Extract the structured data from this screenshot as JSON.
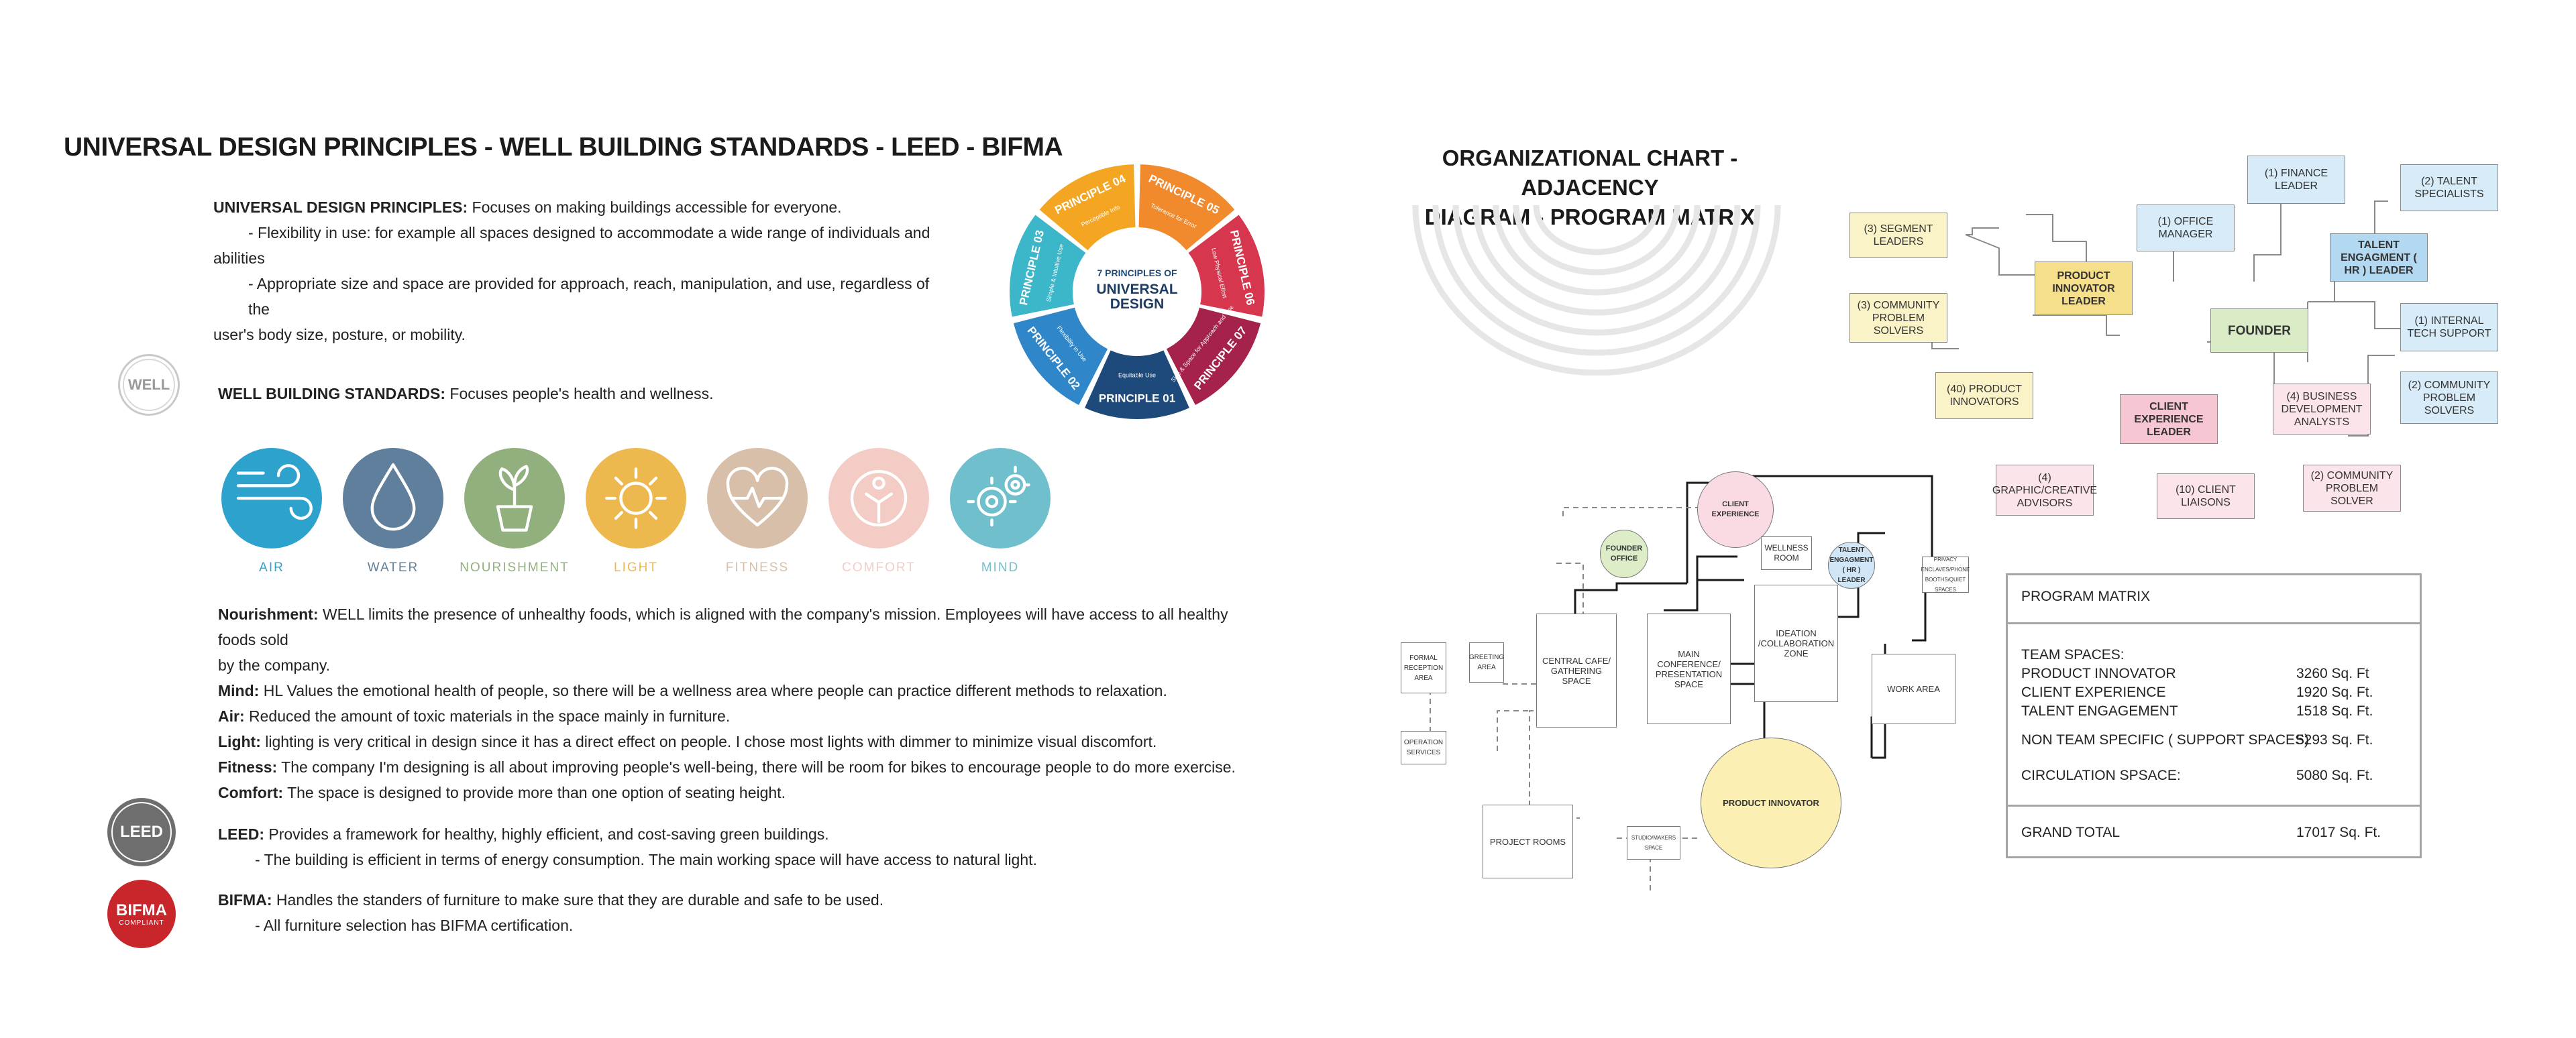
{
  "left": {
    "title": "UNIVERSAL DESIGN PRINCIPLES - WELL BUILDING STANDARDS -  LEED - BIFMA",
    "universal": {
      "label": "UNIVERSAL DESIGN PRINCIPLES:",
      "text": " Focuses on making buildings accessible for everyone.",
      "line2": "- Flexibility in use: for example all spaces designed to accommodate a wide range of individuals  and",
      "line3": "abilities",
      "line4": "- Appropriate size and space are provided for approach, reach, manipulation, and use, regardless of the",
      "line5": "user's body size, posture, or mobility."
    },
    "wheel": {
      "center_line1": "7 PRINCIPLES OF",
      "center_line2": "UNIVERSAL",
      "center_line3": "DESIGN",
      "segments": [
        {
          "label": "PRINCIPLE 01",
          "sub": "Equitable Use",
          "color": "#1d4a7a"
        },
        {
          "label": "PRINCIPLE 02",
          "sub": "Flexibility in Use",
          "color": "#2f86c9"
        },
        {
          "label": "PRINCIPLE 03",
          "sub": "Simple & Intuitive Use",
          "color": "#3cb6c9"
        },
        {
          "label": "PRINCIPLE 04",
          "sub": "Perceptible Info",
          "color": "#f4a623"
        },
        {
          "label": "PRINCIPLE 05",
          "sub": "Tolerance for Error",
          "color": "#f08a2c"
        },
        {
          "label": "PRINCIPLE 06",
          "sub": "Low Physical Effort",
          "color": "#d7374e"
        },
        {
          "label": "PRINCIPLE 07",
          "sub": "Size & Space for Approach and Use",
          "color": "#a5224a"
        }
      ]
    },
    "well_logo": "WELL",
    "well": {
      "label": "WELL BUILDING STANDARDS:",
      "text": " Focuses people's health and wellness."
    },
    "concepts": [
      {
        "name": "AIR",
        "color": "#2da2cd",
        "icon": "wind-icon"
      },
      {
        "name": "WATER",
        "color": "#5f7f9c",
        "icon": "water-drop-icon"
      },
      {
        "name": "NOURISHMENT",
        "color": "#92b07e",
        "icon": "plant-icon"
      },
      {
        "name": "LIGHT",
        "color": "#edb94e",
        "icon": "sun-icon"
      },
      {
        "name": "FITNESS",
        "color": "#d7bfa9",
        "icon": "heartbeat-icon"
      },
      {
        "name": "COMFORT",
        "color": "#f3cdc5",
        "icon": "person-icon"
      },
      {
        "name": "MIND",
        "color": "#6fc0cc",
        "icon": "gears-icon"
      }
    ],
    "details": [
      {
        "label": "Nourishment:",
        "text": " WELL limits the presence of unhealthy foods, which is aligned with the company's mission. Employees will have access to all healthy foods sold"
      },
      {
        "label": "",
        "text": "by the company."
      },
      {
        "label": "Mind:",
        "text": " HL Values the emotional health of people, so there will be a wellness area where people can practice different methods to relaxation."
      },
      {
        "label": "Air:",
        "text": " Reduced the amount of toxic materials in the space mainly in furniture."
      },
      {
        "label": "Light:",
        "text": "  lighting is very critical in design since it has a direct effect on people. I chose most lights with dimmer to minimize visual discomfort."
      },
      {
        "label": "Fitness:",
        "text": " The company I'm designing is all about improving people's well-being, there will be room for bikes to encourage people to do more exercise."
      },
      {
        "label": "Comfort:",
        "text": " The space is designed to provide more than one option of seating height."
      }
    ],
    "leed_logo": "LEED",
    "leed": {
      "label": "LEED:",
      "text": " Provides a framework for healthy, highly efficient, and cost-saving green buildings.",
      "line2": "- The building is efficient in terms of energy consumption. The main working space will have access to natural light."
    },
    "bifma_logo": "BIFMA",
    "bifma_sub": "COMPLIANT",
    "bifma": {
      "label": "BIFMA:",
      "text": " Handles the standers of furniture to make sure that they are durable and safe to be used.",
      "line2": "- All furniture selection has BIFMA certification."
    }
  },
  "right": {
    "title_line1": "ORGANIZATIONAL CHART - ADJACENCY",
    "title_line2": "DIAGRAM - PROGRAM MATRIX",
    "org": {
      "segment_leaders": "(3) SEGMENT LEADERS",
      "community_solvers_left": "(3) COMMUNITY PROBLEM SOLVERS",
      "product_innovator_leader": "PRODUCT INNOVATOR LEADER",
      "product_innovators": "(40) PRODUCT INNOVATORS",
      "office_manager": "(1) OFFICE MANAGER",
      "finance_leader": "(1) FINANCE LEADER",
      "talent_specialists": "(2) TALENT SPECIALISTS",
      "talent_leader": "TALENT ENGAGMENT ( HR ) LEADER",
      "founder": "FOUNDER",
      "internal_tech": "(1) INTERNAL TECH SUPPORT",
      "client_leader": "CLIENT EXPERIENCE LEADER",
      "business_analysts": "(4) BUSINESS DEVELOPMENT ANALYSTS",
      "community_solvers_right": "(2) COMMUNITY PROBLEM SOLVERS",
      "graphic_advisors": "(4) GRAPHIC/CREATIVE ADVISORS",
      "client_liaisons": "(10) CLIENT LIAISONS",
      "community_solver": "(2) COMMUNITY PROBLEM SOLVER"
    },
    "adjacency": {
      "client_experience": "CLIENT EXPERIENCE",
      "founder_office": "FOUNDER OFFICE",
      "wellness_room": "WELLNESS ROOM",
      "talent_leader": "TALENT ENGAGMENT ( HR ) LEADER",
      "privacy": "PRIVACY ENCLAVES/PHONE BOOTHS/QUIET SPACES",
      "formal_reception": "FORMAL RECEPTION AREA",
      "greeting_area": "GREETING AREA",
      "central_cafe": "CENTRAL CAFE/ GATHERING SPACE",
      "main_conference": "MAIN CONFERENCE/ PRESENTATION SPACE",
      "ideation": "IDEATION /COLLABORATION ZONE",
      "work_area": "WORK AREA",
      "operation_services": "OPERATION SERVICES",
      "product_innovator": "PRODUCT INNOVATOR",
      "project_rooms": "PROJECT ROOMS",
      "studio_space": "STUDIO/MAKERS SPACE"
    },
    "matrix": {
      "title": "PROGRAM MATRIX",
      "team_spaces": "TEAM SPACES:",
      "rows": [
        {
          "name": "PRODUCT INNOVATOR",
          "value": "3260 Sq. Ft"
        },
        {
          "name": "CLIENT EXPERIENCE",
          "value": "1920 Sq. Ft."
        },
        {
          "name": "TALENT ENGAGEMENT",
          "value": "1518 Sq. Ft."
        }
      ],
      "non_team": {
        "name": "NON TEAM SPECIFIC ( SUPPORT SPACES)",
        "value": "5293 Sq. Ft."
      },
      "circulation": {
        "name": "CIRCULATION SPSACE:",
        "value": "5080 Sq. Ft."
      },
      "grand_total": {
        "name": "GRAND TOTAL",
        "value": "17017 Sq. Ft."
      }
    }
  }
}
